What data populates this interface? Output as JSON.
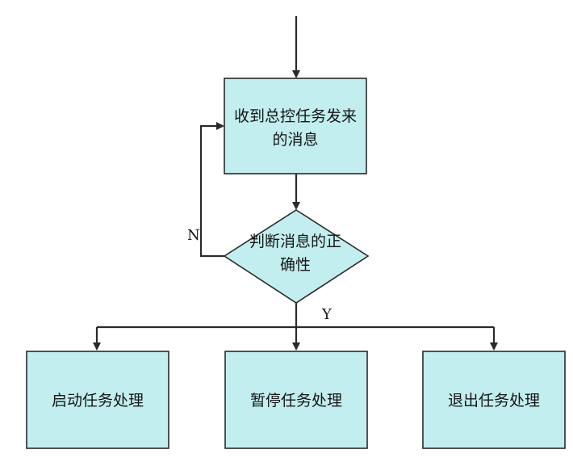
{
  "nodes": {
    "receive": {
      "line1": "收到总控任务发来",
      "line2": "的消息"
    },
    "decision": {
      "line1": "判断消息的正",
      "line2": "确性"
    },
    "start": {
      "label": "启动任务处理"
    },
    "pause": {
      "label": "暂停任务处理"
    },
    "exit": {
      "label": "退出任务处理"
    }
  },
  "edges": {
    "no_label": "N",
    "yes_label": "Y"
  },
  "colors": {
    "box_fill": "#c3eef0",
    "stroke": "#2a2a2a"
  }
}
